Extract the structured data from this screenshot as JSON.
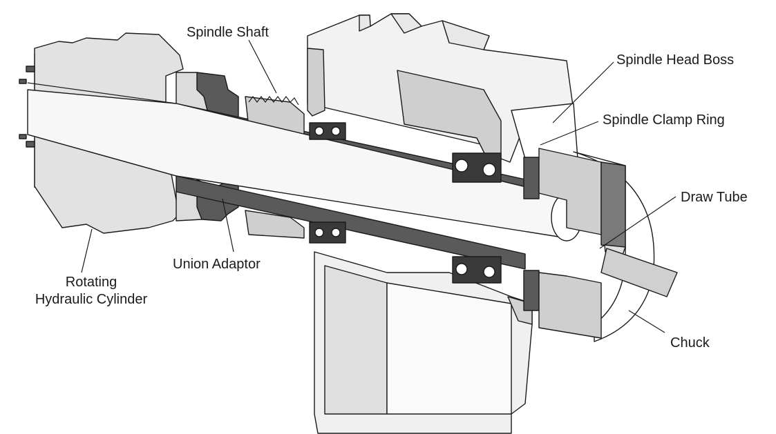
{
  "figure": {
    "labels": {
      "spindle_shaft": "Spindle Shaft",
      "spindle_head_boss": "Spindle Head Boss",
      "spindle_clamp_ring": "Spindle Clamp Ring",
      "draw_tube": "Draw Tube",
      "union_adaptor": "Union Adaptor",
      "rotating_hydraulic_cylinder_line1": "Rotating",
      "rotating_hydraulic_cylinder_line2": "Hydraulic Cylinder",
      "chuck": "Chuck"
    },
    "colors": {
      "background": "#ffffff",
      "outline": "#1a1a1a",
      "light_gray": "#d9d9d9",
      "mid_gray": "#b3b3b3",
      "dark_gray": "#5a5a5a",
      "face_white": "#f6f6f6"
    }
  }
}
